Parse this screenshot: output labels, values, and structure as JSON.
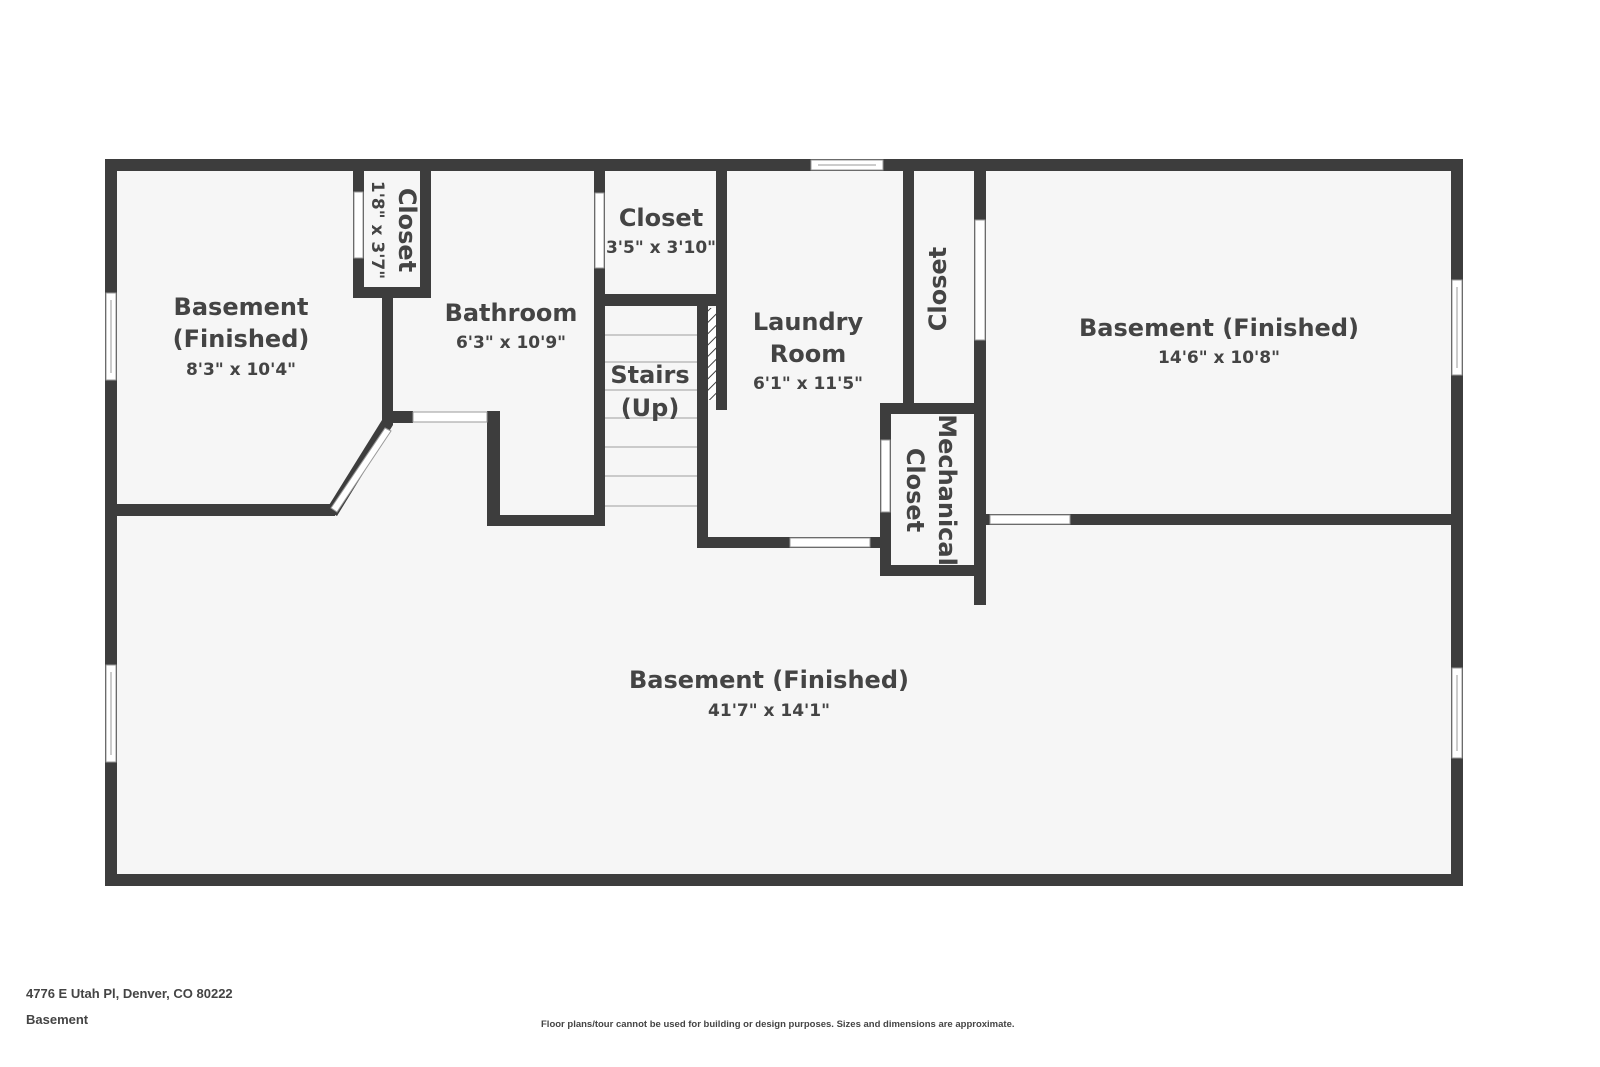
{
  "colors": {
    "wall": "#3d3d3d",
    "floor": "#f6f6f6",
    "text": "#444444"
  },
  "rooms": {
    "basement_left": {
      "name_line1": "Basement",
      "name_line2": "(Finished)",
      "dims": "8'3\" x 10'4\""
    },
    "closet_small": {
      "name": "Closet",
      "dims": "1'8\" x 3'7\""
    },
    "bathroom": {
      "name": "Bathroom",
      "dims": "6'3\" x 10'9\""
    },
    "closet_mid": {
      "name": "Closet",
      "dims": "3'5\" x 3'10\""
    },
    "stairs": {
      "name_line1": "Stairs",
      "name_line2": "(Up)"
    },
    "laundry": {
      "name_line1": "Laundry",
      "name_line2": "Room",
      "dims": "6'1\" x 11'5\""
    },
    "closet_tall": {
      "name": "Closet"
    },
    "mechanical": {
      "name_line1": "Mechanical",
      "name_line2": "Closet"
    },
    "basement_right": {
      "name": "Basement (Finished)",
      "dims": "14'6\" x 10'8\""
    },
    "basement_main": {
      "name": "Basement (Finished)",
      "dims": "41'7\" x 14'1\""
    }
  },
  "footer": {
    "address": "4776 E Utah Pl, Denver, CO 80222",
    "floor": "Basement",
    "disclaimer": "Floor plans/tour cannot be used for building or design purposes. Sizes and dimensions are approximate."
  }
}
